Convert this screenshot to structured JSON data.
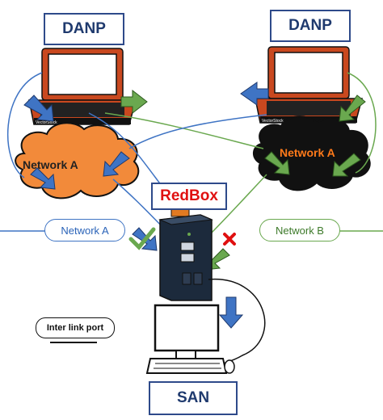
{
  "nodes": {
    "danp_left": "DANP",
    "danp_right": "DANP",
    "redbox": "RedBox",
    "san": "SAN"
  },
  "clouds": {
    "network_a": "Network A",
    "network_b_cloud": "Network A"
  },
  "links": {
    "network_a": "Network A",
    "network_b": "Network B"
  },
  "legend": {
    "interlink_port": "Inter link port"
  },
  "laptop_brand": "VectorStock",
  "colors": {
    "network_a_line": "#3f74c4",
    "network_b_line": "#6aa84f",
    "redbox_label": "#e01010",
    "cloud_a_fill": "#f28a3a",
    "cloud_b_fill": "#111111",
    "laptop_body": "#c9481f"
  }
}
